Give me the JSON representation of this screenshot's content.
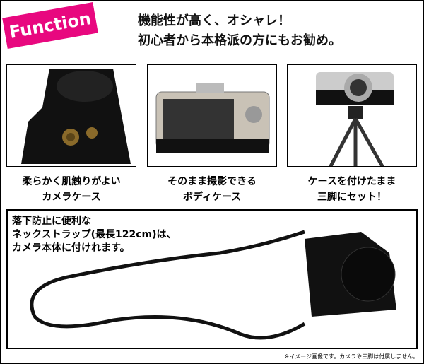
{
  "badge": "Function",
  "headline": [
    "機能性が高く、オシャレ！",
    "初心者から本格派の方にもお勧め。"
  ],
  "features": [
    {
      "caption": [
        "柔らかく肌触りがよい",
        "カメラケース"
      ]
    },
    {
      "caption": [
        "そのまま撮影できる",
        "ボディケース"
      ]
    },
    {
      "caption": [
        "ケースを付けたまま",
        "三脚にセット！"
      ]
    }
  ],
  "strap": {
    "text": [
      "落下防止に便利な",
      "ネックストラップ(最長122cm)は、",
      "カメラ本体に付けれます。"
    ]
  },
  "note": "※イメージ画像です。カメラや三脚は付属しません。",
  "colors": {
    "badge": "#e8087f"
  }
}
